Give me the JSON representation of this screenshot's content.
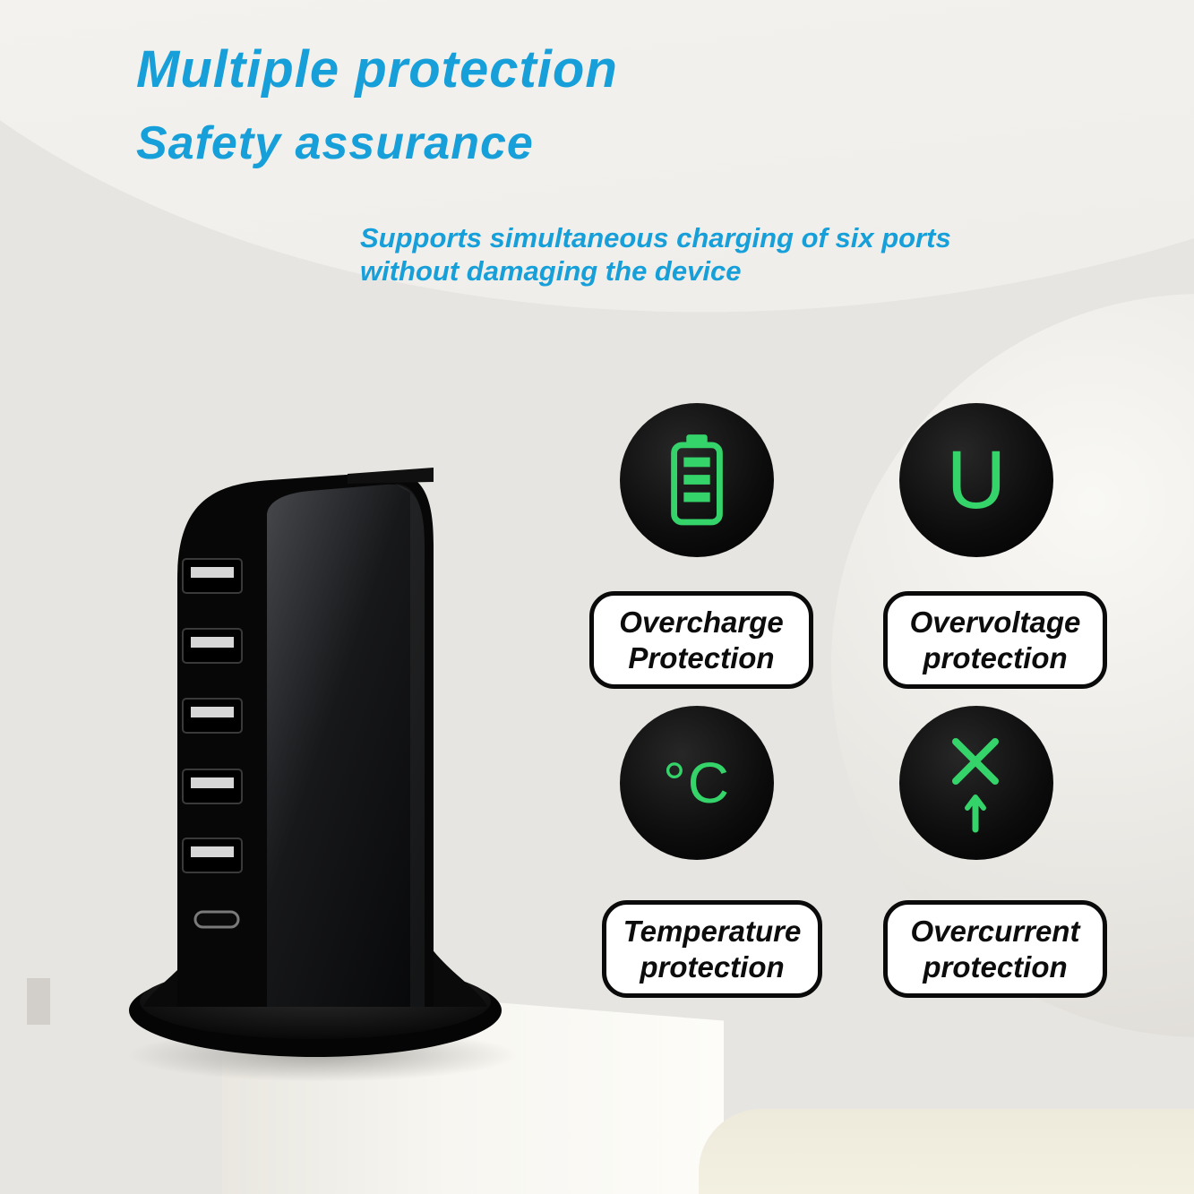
{
  "header": {
    "title_line1": "Multiple protection",
    "title_line2": "Safety assurance",
    "subtitle_line1": "Supports simultaneous charging of six ports",
    "subtitle_line2": "without damaging the device"
  },
  "features": [
    {
      "name": "overcharge-protection",
      "icon": "battery-icon",
      "label_line1": "Overcharge",
      "label_line2": "Protection"
    },
    {
      "name": "overvoltage-protection",
      "icon": "letter-u-icon",
      "glyph": "U",
      "label_line1": "Overvoltage",
      "label_line2": "protection"
    },
    {
      "name": "temperature-protection",
      "icon": "celsius-icon",
      "glyph": "°C",
      "label_line1": "Temperature",
      "label_line2": "protection"
    },
    {
      "name": "overcurrent-protection",
      "icon": "crossed-current-icon",
      "label_line1": "Overcurrent",
      "label_line2": "protection"
    }
  ],
  "device": {
    "name": "6-port-usb-charging-tower",
    "usb_a_port_count": 5,
    "usb_c_port_count": 1
  },
  "colors": {
    "accent_blue": "#169fd9",
    "icon_green": "#35d46a",
    "device_black": "#0a0a0a",
    "badge_background": "#ffffff",
    "badge_border": "#0a0a0a"
  }
}
